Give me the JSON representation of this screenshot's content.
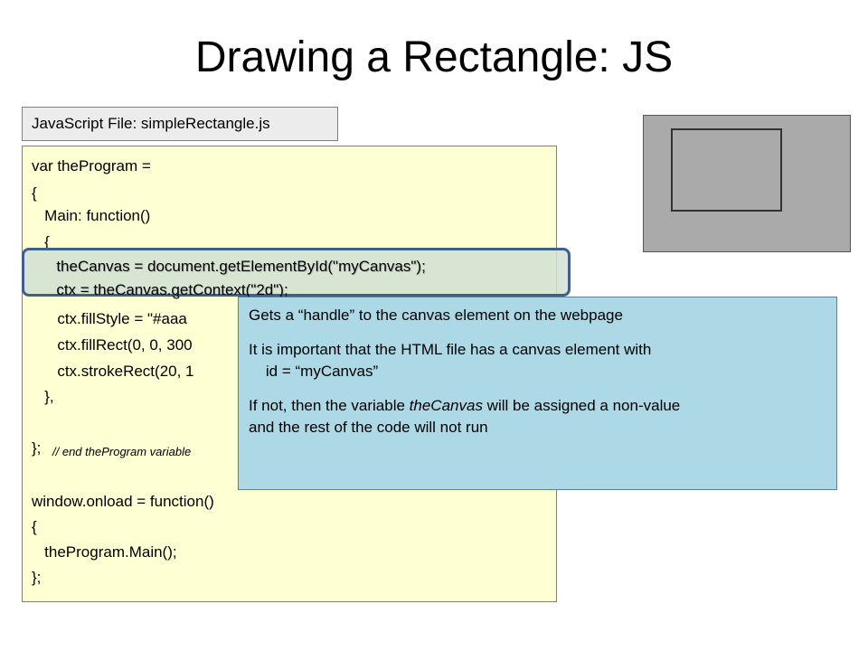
{
  "slide": {
    "title": "Drawing a Rectangle: JS",
    "file_label": "JavaScript File: simpleRectangle.js"
  },
  "code": {
    "lines": [
      "var theProgram =",
      "{",
      "   Main: function()",
      "   {",
      "      theCanvas = document.getElementById(\"myCanvas\");",
      "      ctx = theCanvas.getContext(\"2d\");",
      "      ctx.fillStyle = \"#aaa",
      "      ctx.fillRect(0, 0, 300",
      "      ctx.strokeRect(20, 1",
      "   },",
      "};",
      "// end theProgram variable",
      "window.onload = function()",
      "{",
      "   theProgram.Main();",
      "};"
    ]
  },
  "callout": {
    "line1": "Gets a “handle” to the canvas element on the webpage",
    "line2": "It is important that the HTML file has a canvas element with",
    "line3": "    id = “myCanvas”",
    "line4_pre": "If not, then the variable ",
    "line4_em": "theCanvas",
    "line4_post": " will be assigned a non-value",
    "line5": "and the rest of the code will not run"
  },
  "colors": {
    "code_bg": "#ffffd4",
    "callout_bg": "#add8e6",
    "highlight_border": "#3f5f8f",
    "canvas_bg": "#aaaaaa"
  }
}
